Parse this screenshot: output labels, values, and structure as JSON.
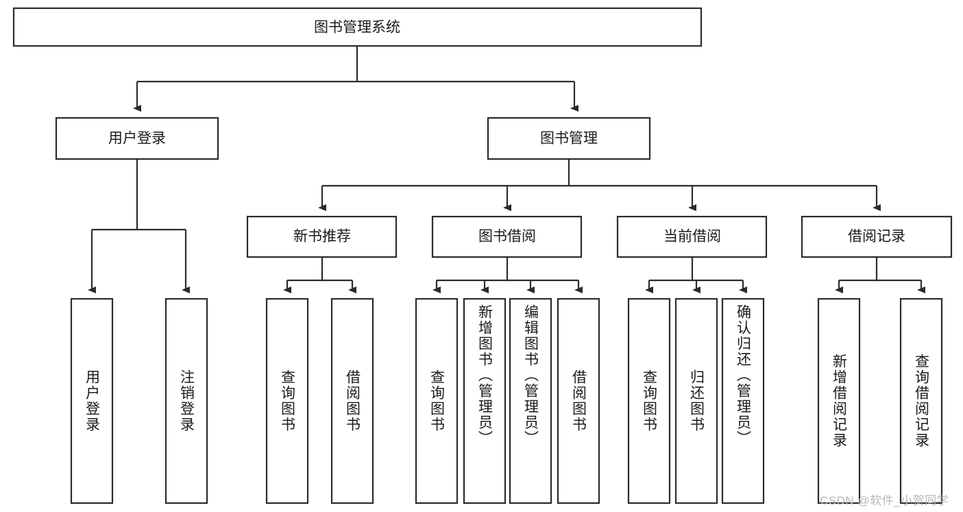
{
  "diagram": {
    "title": "图书管理系统",
    "type": "tree-hierarchy",
    "root": {
      "label": "图书管理系统"
    },
    "level2": [
      {
        "label": "用户登录"
      },
      {
        "label": "图书管理"
      }
    ],
    "level3": [
      {
        "label": "新书推荐"
      },
      {
        "label": "图书借阅"
      },
      {
        "label": "当前借阅"
      },
      {
        "label": "借阅记录"
      }
    ],
    "leaves": {
      "user_login": [
        {
          "label": "用户登录"
        },
        {
          "label": "注销登录"
        }
      ],
      "new_book_recommend": [
        {
          "label": "查询图书"
        },
        {
          "label": "借阅图书"
        }
      ],
      "book_borrow": [
        {
          "label": "查询图书"
        },
        {
          "label": "新增图书（管理员）"
        },
        {
          "label": "编辑图书（管理员）"
        },
        {
          "label": "借阅图书"
        }
      ],
      "current_borrow": [
        {
          "label": "查询图书"
        },
        {
          "label": "归还图书"
        },
        {
          "label": "确认归还（管理员）"
        }
      ],
      "borrow_record": [
        {
          "label": "新增借阅记录"
        },
        {
          "label": "查询借阅记录"
        }
      ]
    }
  },
  "watermark": {
    "text": "CSDN @软件_小贺同学"
  },
  "colors": {
    "stroke": "#2b2b2b",
    "fill": "#ffffff",
    "text": "#1a1a1a",
    "watermark": "#b6b6b6"
  }
}
